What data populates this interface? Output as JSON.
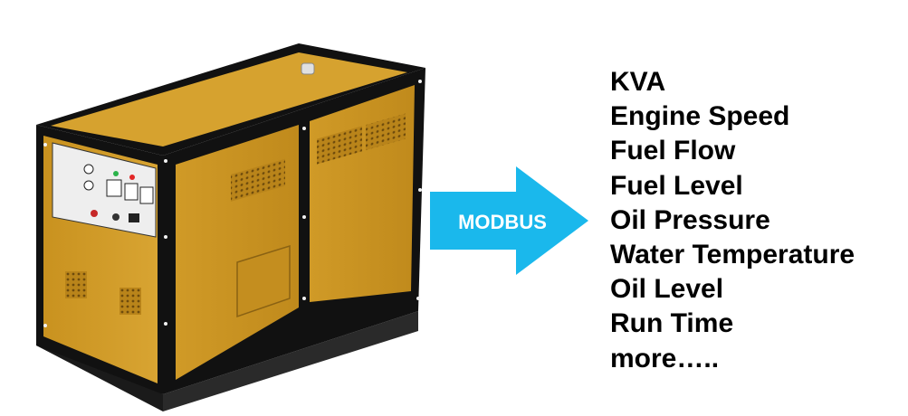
{
  "arrow": {
    "label": "MODBUS",
    "color": "#1ab8ec",
    "text_color": "#ffffff"
  },
  "parameters": [
    "KVA",
    "Engine Speed",
    "Fuel Flow",
    "Fuel Level",
    "Oil Pressure",
    "Water Temperature",
    "Oil Level",
    "Run Time",
    "more….."
  ],
  "generator": {
    "icon": "diesel-generator-illustration",
    "body_color": "#d9a52e",
    "frame_color": "#111111"
  }
}
